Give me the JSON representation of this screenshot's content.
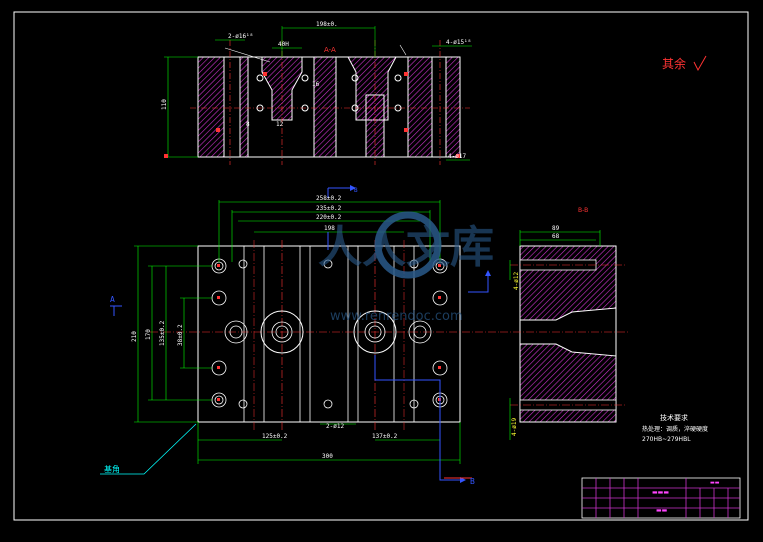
{
  "colors": {
    "background": "#000000",
    "outline": "#ffffff",
    "dimension": "#00ff00",
    "centerline": "#ff3333",
    "hatch": "#cc33cc",
    "annotation": "#ffff33",
    "section_arrow": "#0000ff",
    "leader": "#00ffff",
    "watermark": "#2a5a8a"
  },
  "top_view": {
    "dims": {
      "width_top": "198±0.",
      "hole_label_left": "2-ø16¹⁸",
      "inner_width": "40H",
      "hole_label_right": "4-ø15¹⁸",
      "height_left": "110",
      "bottom_right": "4-ø17",
      "small_1": "12",
      "small_2": "16",
      "small_3": "8"
    },
    "section_label": "A-A"
  },
  "plan_view": {
    "dims": {
      "w1": "258±0.2",
      "w2": "235±0.2",
      "w3": "220±0.2",
      "w4": "198",
      "h_total": "210",
      "h_inner": "170",
      "h_a": "135±0.2",
      "h_b": "38±0.2",
      "bottom_left": "125±0.2",
      "bottom_right": "137±0.2",
      "bottom_center": "2-ø12",
      "overall": "300"
    },
    "section_marks": {
      "b_top": "B",
      "b_bottom": "B",
      "a_left": "A"
    },
    "leader_label": "基角"
  },
  "section_view": {
    "title": "B-B",
    "dims": {
      "top1": "89",
      "top2": "68",
      "side1": "4-ø12",
      "side2": "4-ø19"
    }
  },
  "roughness_note": "其余",
  "tech_requirements": {
    "title": "技术要求",
    "line1": "热处理：调质，淬硬硬度",
    "line2": "270HB~279HBL"
  },
  "watermark": {
    "main": "人人文库",
    "url": "www.renrendoc.com"
  },
  "title_block": {
    "label_a": "▬▬▬",
    "label_b": "▬▬",
    "label_c": "▬▬"
  }
}
